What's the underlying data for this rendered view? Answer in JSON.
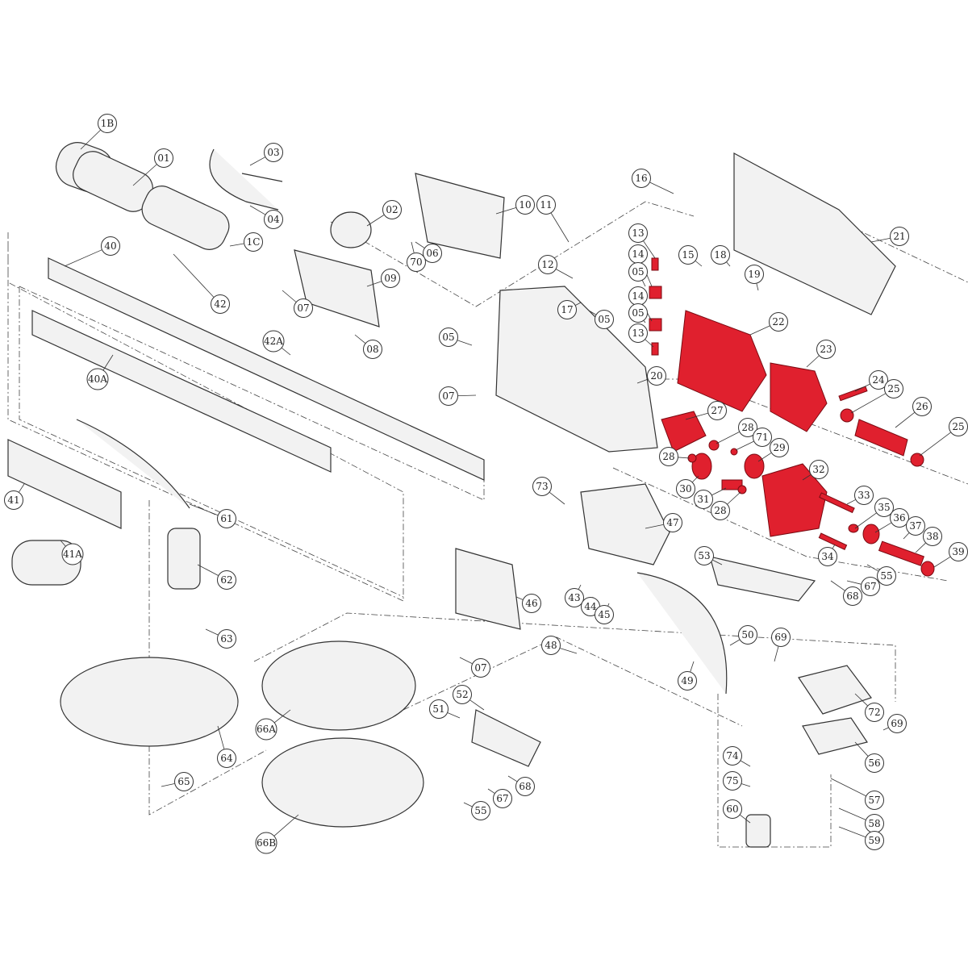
{
  "diagram": {
    "type": "exploded-parts-diagram",
    "accent_color": "#e0202e",
    "callouts": [
      "1B",
      "01",
      "03",
      "04",
      "02",
      "1C",
      "10",
      "11",
      "16",
      "21",
      "40",
      "42",
      "07",
      "09",
      "08",
      "06",
      "70",
      "13",
      "14",
      "05",
      "12",
      "15",
      "18",
      "19",
      "17",
      "05",
      "14",
      "05",
      "13",
      "22",
      "42A",
      "05",
      "23",
      "20",
      "40A",
      "07",
      "24",
      "25",
      "26",
      "27",
      "28",
      "71",
      "29",
      "25",
      "32",
      "41",
      "28",
      "30",
      "31",
      "28",
      "73",
      "33",
      "61",
      "35",
      "36",
      "37",
      "47",
      "38",
      "41A",
      "39",
      "34",
      "53",
      "62",
      "55",
      "67",
      "68",
      "43",
      "46",
      "44",
      "45",
      "63",
      "50",
      "48",
      "07",
      "69",
      "49",
      "72",
      "52",
      "51",
      "69",
      "66A",
      "64",
      "56",
      "74",
      "75",
      "68",
      "65",
      "57",
      "67",
      "60",
      "58",
      "55",
      "59",
      "66B"
    ],
    "highlighted_parts": [
      "13",
      "14",
      "22",
      "23",
      "24",
      "25",
      "26",
      "27",
      "28",
      "29",
      "30",
      "31",
      "32",
      "33",
      "34",
      "35",
      "36",
      "37",
      "38",
      "39",
      "71"
    ]
  }
}
